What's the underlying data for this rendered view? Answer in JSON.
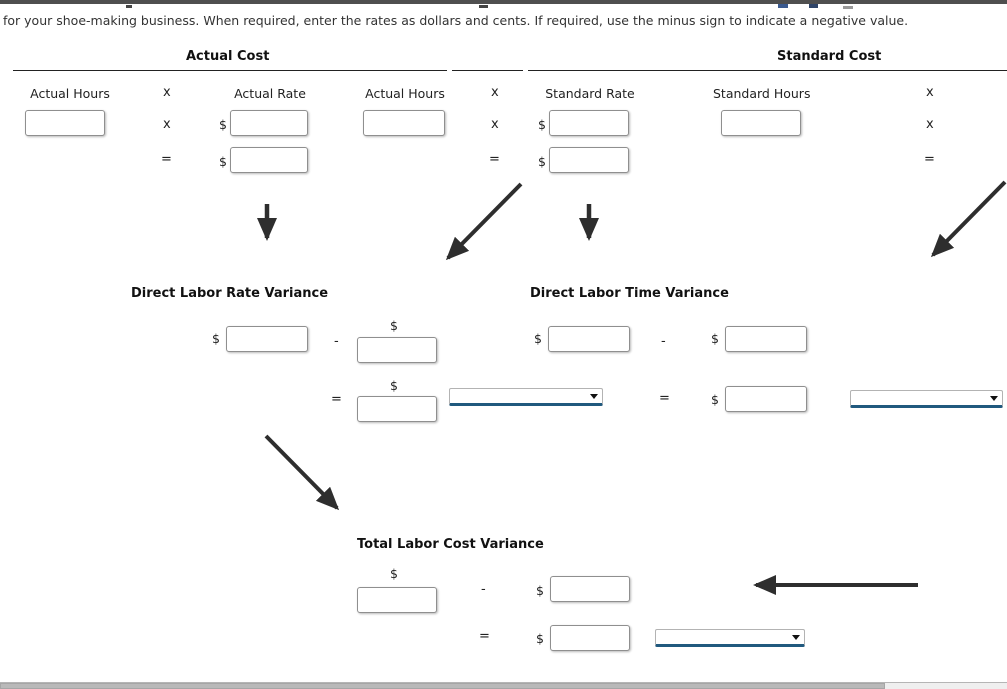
{
  "instruction": "for your shoe-making business. When required, enter the rates as dollars and cents. If required, use the minus sign to indicate a negative value.",
  "symbols": {
    "multiply": "x",
    "equals": "=",
    "minus": "-",
    "dollar": "$"
  },
  "cost_table": {
    "headers": {
      "actual_cost": "Actual Cost",
      "standard_cost": "Standard Cost"
    },
    "columns": {
      "actual_hours_1": "Actual Hours",
      "actual_rate": "Actual Rate",
      "actual_hours_2": "Actual Hours",
      "standard_rate": "Standard Rate",
      "standard_hours": "Standard Hours"
    },
    "inputs": {
      "actual_hours_1": "",
      "actual_rate": "",
      "actual_cost_total": "",
      "actual_hours_2": "",
      "standard_rate": "",
      "flexible_cost_total": "",
      "standard_hours": ""
    }
  },
  "rate_variance": {
    "title": "Direct Labor Rate Variance",
    "inputs": {
      "minuend": "",
      "subtrahend": "",
      "result": ""
    },
    "effect_select": {
      "value": ""
    }
  },
  "time_variance": {
    "title": "Direct Labor Time Variance",
    "inputs": {
      "minuend": "",
      "subtrahend": "",
      "result": ""
    },
    "effect_select": {
      "value": ""
    }
  },
  "total_variance": {
    "title": "Total Labor Cost Variance",
    "inputs": {
      "minuend": "",
      "subtrahend": "",
      "result": ""
    },
    "effect_select": {
      "value": ""
    }
  },
  "colors": {
    "accent_blue": "#20597e",
    "arrow": "#2e2e2e",
    "top_bar": "#4f4f4f"
  }
}
